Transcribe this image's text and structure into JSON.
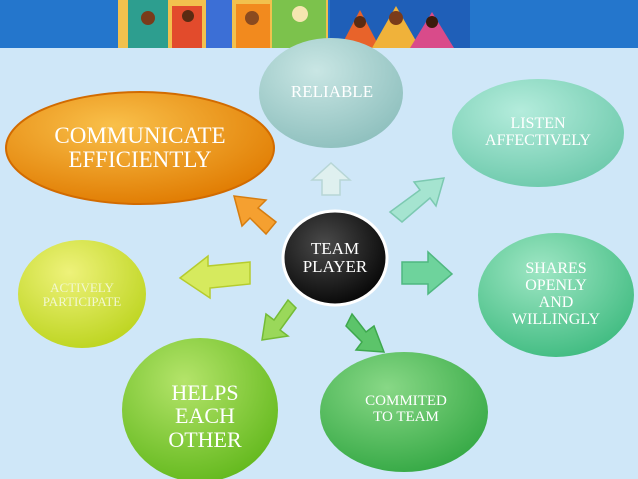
{
  "banner": {
    "description_icon": "people-mosaic-art"
  },
  "center": {
    "label": "TEAM\nPLAYER",
    "color": "#111111"
  },
  "nodes": {
    "reliable": {
      "label": "RELIABLE",
      "color": "#a8d4d2"
    },
    "listen": {
      "label": "LISTEN\nAFFECTIVELY",
      "color": "#8fdcc8"
    },
    "communicate": {
      "label": "COMMUNICATE\nEFFICIENTLY",
      "color": "#f0a010"
    },
    "shares": {
      "label": "SHARES\nOPENLY\nAND\nWILLINGLY",
      "color": "#6ed3a4"
    },
    "actively": {
      "label": "ACTIVELY\nPARTICIPATE",
      "color": "#d6e83a"
    },
    "commited": {
      "label": "COMMITED\nTO TEAM",
      "color": "#55c060"
    },
    "helps": {
      "label": "HELPS\nEACH\nOTHER",
      "color": "#86d03a"
    }
  },
  "arrows": {
    "up": "#c8e4e4",
    "upright": "#7fd4bc",
    "right": "#5cc890",
    "downright": "#48b858",
    "downleft": "#8ad448",
    "left": "#c0e03a",
    "upleft": "#f09020"
  }
}
